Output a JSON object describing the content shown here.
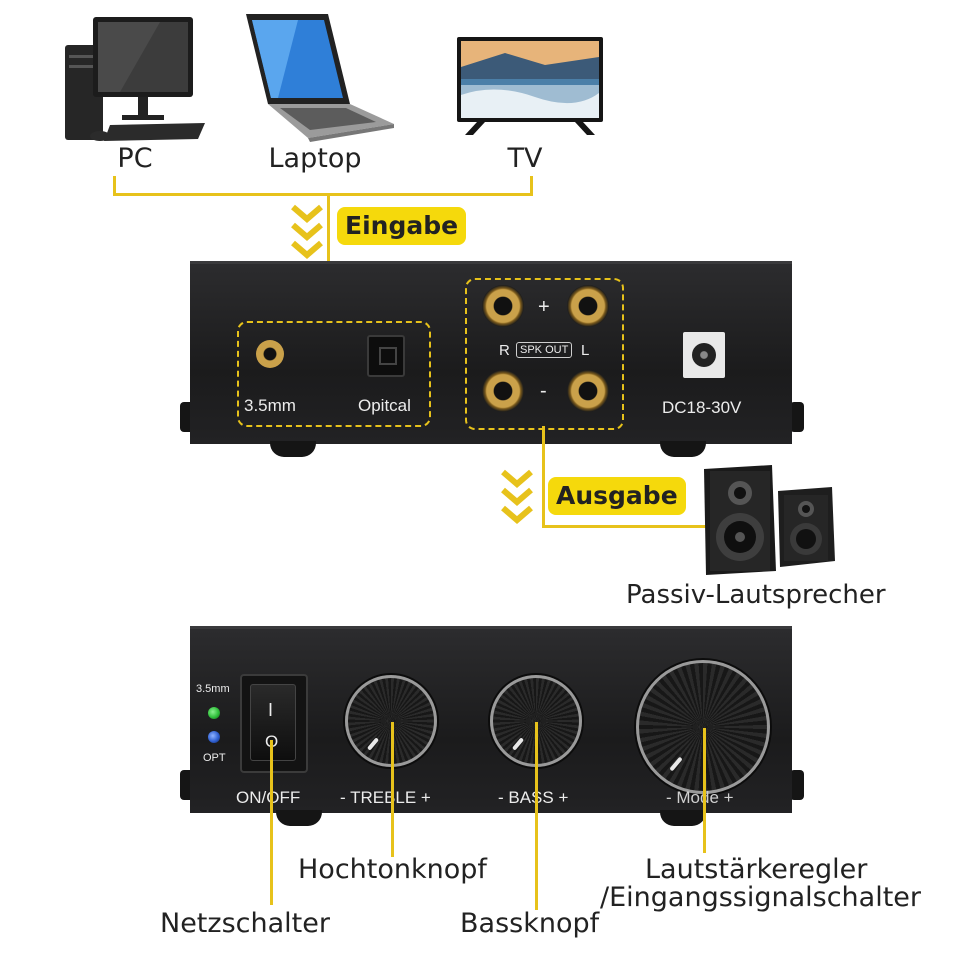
{
  "sources": [
    {
      "label": "PC",
      "icon": "desktop-pc-icon"
    },
    {
      "label": "Laptop",
      "icon": "laptop-icon"
    },
    {
      "label": "TV",
      "icon": "tv-icon"
    }
  ],
  "input_badge": "Eingabe",
  "output_badge": "Ausgabe",
  "rear_panel": {
    "jack_label": "3.5mm",
    "optical_label": "Opitcal",
    "spk_plus": "+",
    "spk_minus": "-",
    "spk_r": "R",
    "spk_l": "L",
    "spk_out": "SPK OUT",
    "dc_label": "DC18-30V"
  },
  "speaker_label": "Passiv-Lautsprecher",
  "front_panel": {
    "led_top": "3.5mm",
    "led_bottom": "OPT",
    "switch_on": "I",
    "switch_off": "O",
    "power_label": "ON/OFF",
    "treble_label": "- TREBLE +",
    "bass_label": "- BASS +",
    "mode_label": "- Mode +"
  },
  "callouts": {
    "power": "Netzschalter",
    "treble": "Hochtonknopf",
    "bass": "Bassknopf",
    "volume_line1": "Lautstärkeregler",
    "volume_line2": "/Eingangssignalschalter"
  },
  "colors": {
    "accent_yellow": "#f5d90c",
    "line_yellow": "#e7c21b",
    "panel": "#1f1f20",
    "led_green": "#2fbf3a",
    "led_blue": "#2f5fd0"
  }
}
